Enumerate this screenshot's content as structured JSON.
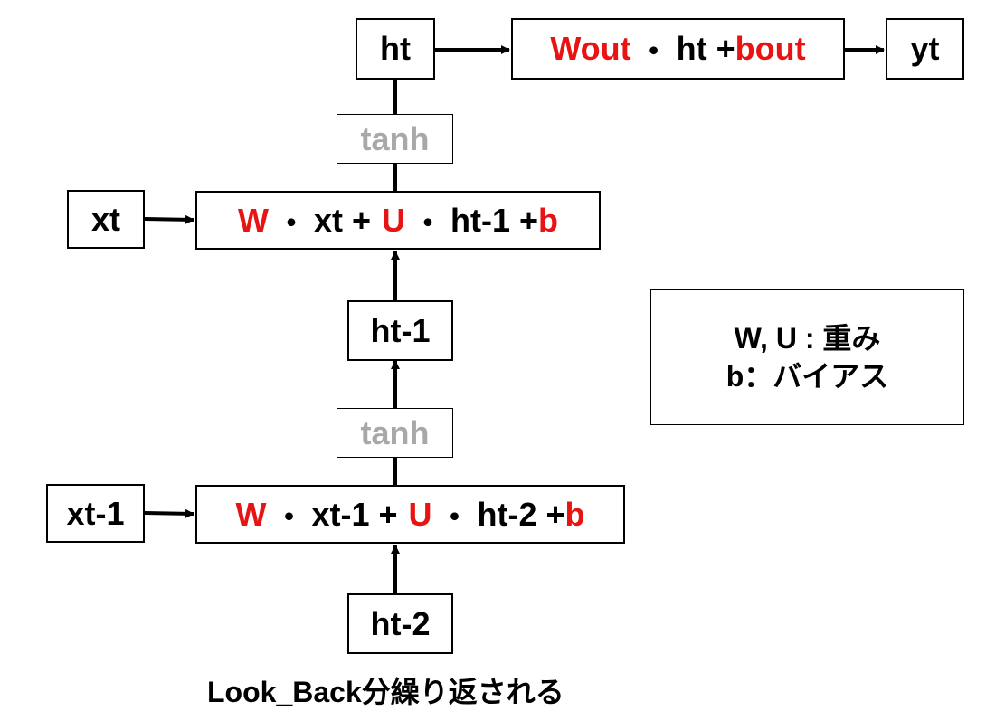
{
  "nodes": {
    "ht": "ht",
    "yt": "yt",
    "xt": "xt",
    "xt_1": "xt-1",
    "ht_1": "ht-1",
    "ht_2": "ht-2"
  },
  "activation": "tanh",
  "output_eq": {
    "w": "Wout",
    "dot": "・",
    "h": "ht +",
    "b": "bout"
  },
  "eq_t": {
    "w": "W",
    "dot": "・",
    "x": "xt +",
    "u": "U",
    "h": "ht-1 +",
    "b": "b"
  },
  "eq_t1": {
    "w": "W",
    "dot": "・",
    "x": "xt-1 +",
    "u": "U",
    "h": "ht-2 +",
    "b": "b"
  },
  "legend": {
    "line1": "W, U : 重み",
    "line2": "b：バイアス"
  },
  "caption": "Look_Back分繰り返される",
  "colors": {
    "param": "#e81414",
    "activation": "#a8a8a8",
    "line": "#000000"
  }
}
